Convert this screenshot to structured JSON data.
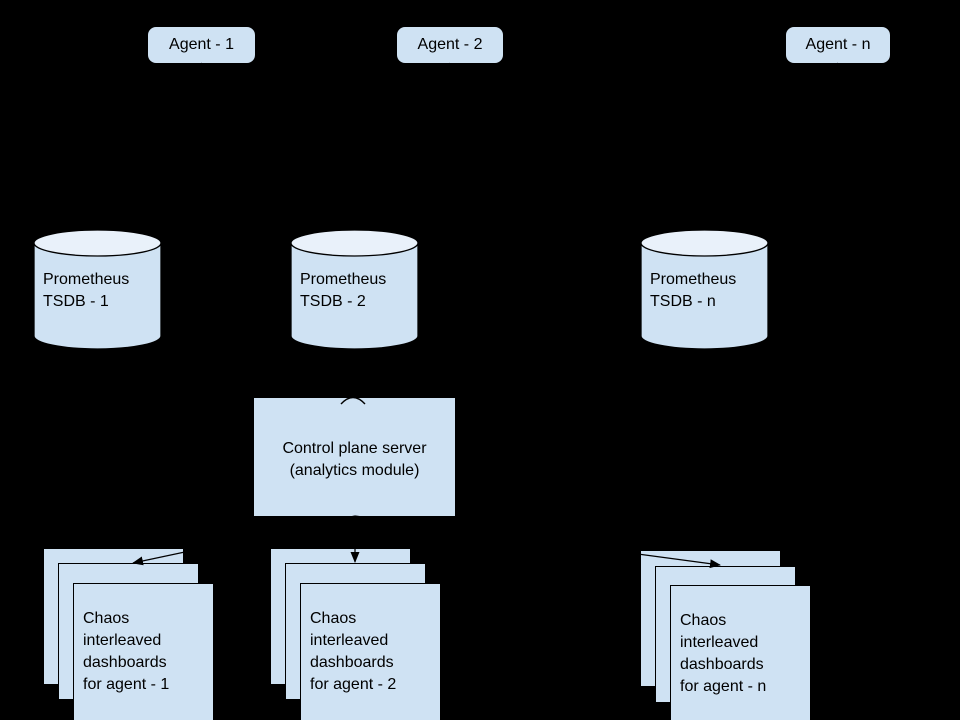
{
  "colors": {
    "background": "#000000",
    "shape_fill": "#cfe2f3",
    "cylinder_top_fill": "#e9f1fa",
    "outline": "#000000",
    "text": "#000000"
  },
  "agents": [
    {
      "label": "Agent - 1"
    },
    {
      "label": "Agent - 2"
    },
    {
      "label": "Agent - n"
    }
  ],
  "tsdbs": [
    {
      "label": "Prometheus TSDB - 1"
    },
    {
      "label": "Prometheus TSDB - 2"
    },
    {
      "label": "Prometheus TSDB - n"
    }
  ],
  "control_plane": {
    "line1": "Control plane server",
    "line2": "(analytics module)"
  },
  "dashboard_stacks": [
    {
      "label": "Chaos interleaved dashboards for agent - 1"
    },
    {
      "label": "Chaos interleaved dashboards for agent - 2"
    },
    {
      "label": "Chaos interleaved dashboards for agent - n"
    }
  ]
}
